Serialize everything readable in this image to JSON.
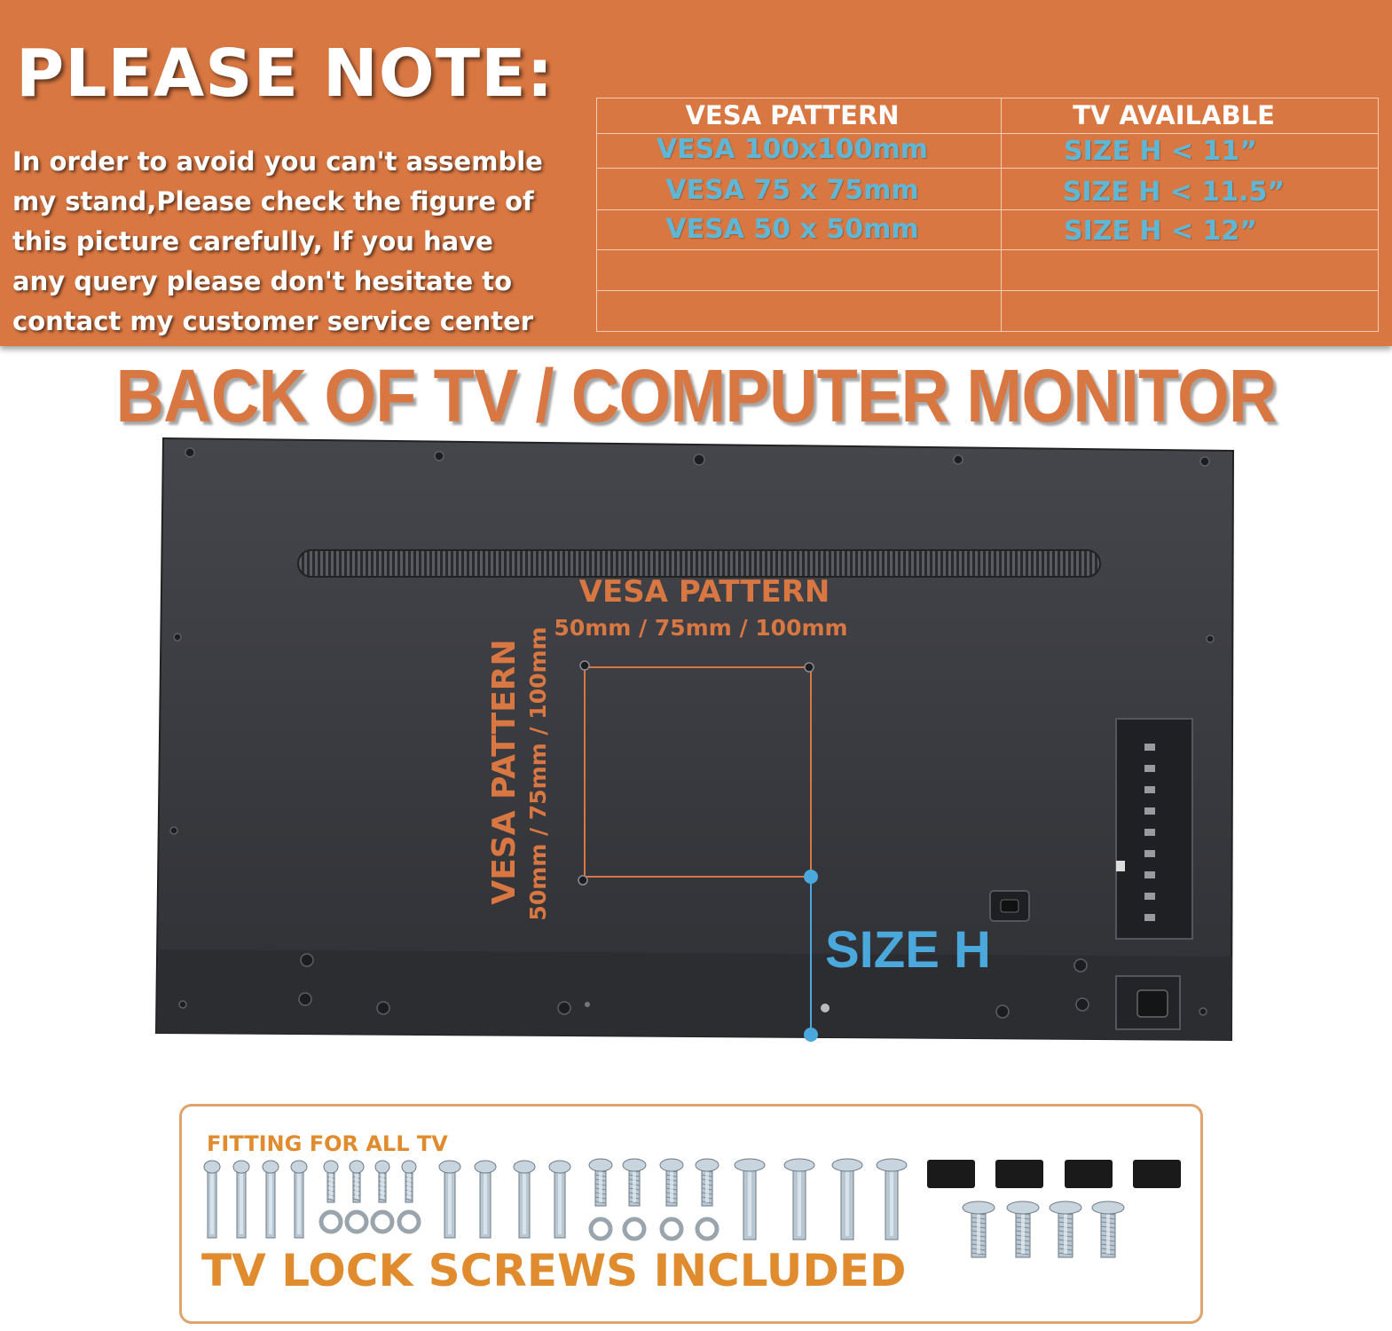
{
  "notice": {
    "heading": "PLEASE NOTE:",
    "lines": [
      "In order to avoid you can't assemble",
      "my stand,Please check the figure of",
      "this picture carefully, If you have",
      "any query please don't hesitate to",
      "contact my customer service center"
    ]
  },
  "vesa_table": {
    "headers": [
      "VESA PATTERN",
      "TV AVAILABLE"
    ],
    "rows": [
      [
        "VESA 100x100mm",
        "SIZE H < 11”"
      ],
      [
        "VESA 75  x  75mm",
        "SIZE H < 11.5”"
      ],
      [
        "VESA 50  x  50mm",
        "SIZE H < 12”"
      ]
    ]
  },
  "tv_back": {
    "title": "BACK OF TV / COMPUTER MONITOR",
    "vesa_label": "VESA PATTERN",
    "vesa_sizes": "50mm / 75mm / 100mm",
    "size_label": "SIZE H"
  },
  "screws": {
    "fitting_label": "FITTING FOR ALL TV",
    "included_label": "TV LOCK SCREWS INCLUDED"
  },
  "colors": {
    "banner": "#d97742",
    "accent_orange": "#d97742",
    "table_text_blue": "#5fb7d6",
    "size_h_blue": "#4aa8dc",
    "tv_body": "#3a3b40",
    "screw_label_orange": "#e08c2e"
  }
}
